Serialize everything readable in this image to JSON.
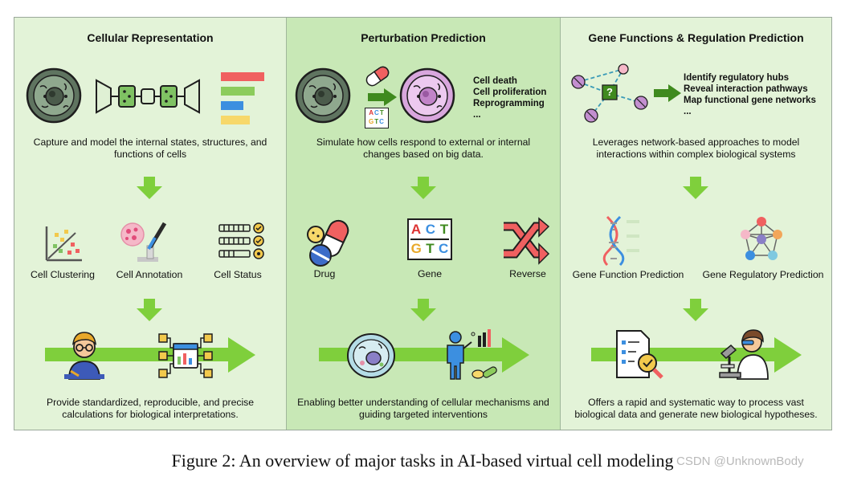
{
  "panels": [
    {
      "title": "Cellular Representation",
      "description": "Capture and model the internal states, structures, and functions of cells",
      "tasks": [
        "Cell Clustering",
        "Cell Annotation",
        "Cell Status"
      ],
      "summary": "Provide standardized, reproducible, and precise calculations for biological interpretations."
    },
    {
      "title": "Perturbation Prediction",
      "outcomes": [
        "Cell death",
        "Cell proliferation",
        "Reprogramming",
        "..."
      ],
      "gene_letters": [
        "A",
        "C",
        "T",
        "G",
        "T",
        "C"
      ],
      "description": "Simulate how cells respond to external or internal changes based on big data.",
      "tasks": [
        "Drug",
        "Gene",
        "Reverse"
      ],
      "summary": "Enabling better understanding of cellular mechanisms and guiding targeted interventions"
    },
    {
      "title": "Gene Functions & Regulation Prediction",
      "unknown_mark": "?",
      "outcomes": [
        "Identify regulatory hubs",
        "Reveal interaction pathways",
        "Map functional gene networks",
        "..."
      ],
      "description": "Leverages network-based approaches to model interactions within complex biological systems",
      "tasks": [
        "Gene Function Prediction",
        "Gene Regulatory Prediction"
      ],
      "summary": "Offers a rapid and systematic way to process vast biological data and generate new biological hypotheses."
    }
  ],
  "caption": "Figure 2: An overview of major tasks in AI-based virtual cell modeling",
  "watermark": "CSDN @UnknownBody",
  "colors": {
    "panel_light": "#e3f3d8",
    "panel_mid": "#c8e8b6",
    "arrow_green": "#7fcf3c",
    "arrow_dark": "#3f8a1e",
    "cell_dark": "#5a7057",
    "cell_purple": "#d8a6dd"
  }
}
